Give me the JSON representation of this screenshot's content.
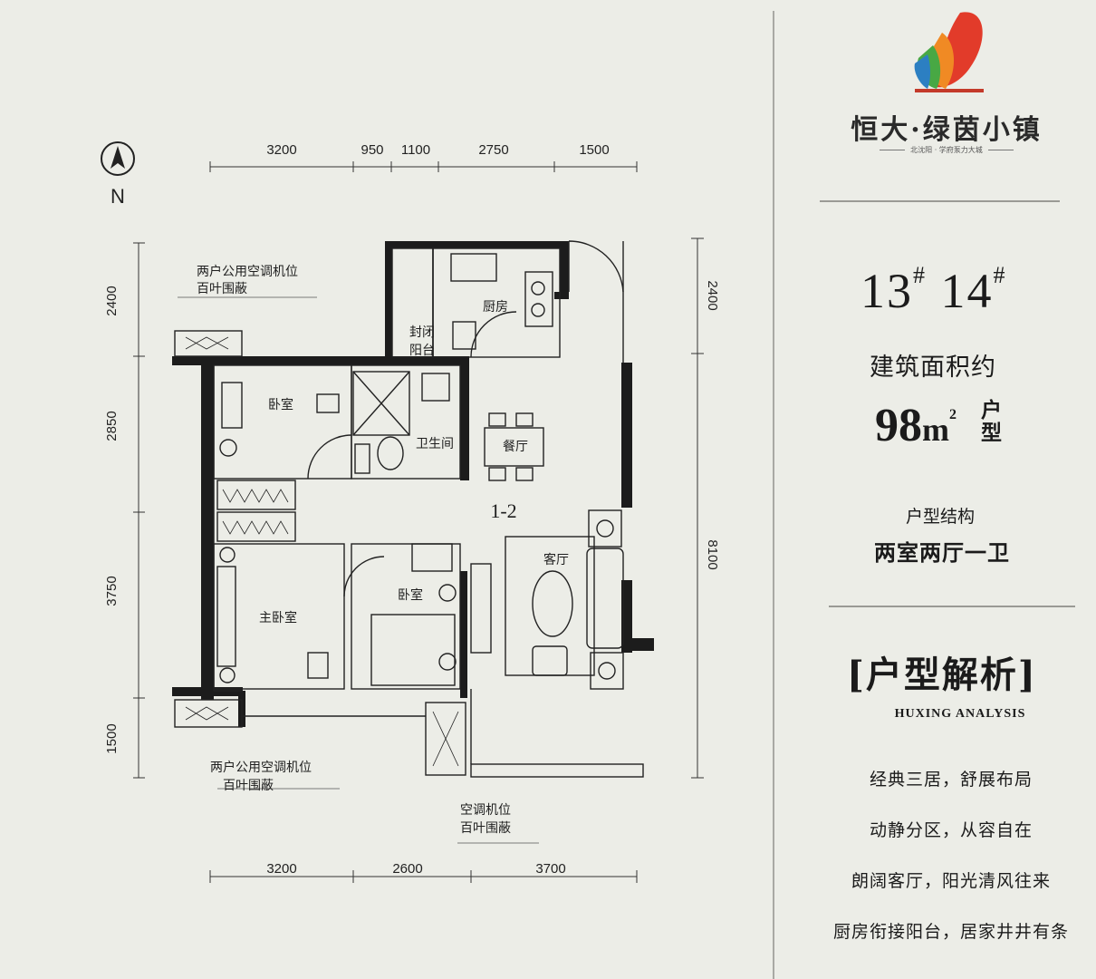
{
  "north_label": "N",
  "dims_top": [
    "3200",
    "950",
    "1100",
    "2750",
    "1500"
  ],
  "dims_bottom": [
    "3200",
    "2600",
    "3700"
  ],
  "dims_left": [
    "2400",
    "2850",
    "3750",
    "1500"
  ],
  "dims_right": [
    "2400",
    "8100"
  ],
  "rooms": {
    "kitchen": "厨房",
    "closed_balcony_1": "封闭",
    "closed_balcony_2": "阳台",
    "bedroom_north": "卧室",
    "bathroom": "卫生间",
    "dining": "餐厅",
    "unit_code": "1-2",
    "living": "客厅",
    "master_bedroom": "主卧室",
    "bedroom_south": "卧室"
  },
  "notes": {
    "ac_top_1": "两户公用空调机位",
    "ac_top_2": "百叶围蔽",
    "ac_bottom_1": "两户公用空调机位",
    "ac_bottom_2": "百叶围蔽",
    "ac_right_1": "空调机位",
    "ac_right_2": "百叶围蔽"
  },
  "brand": {
    "name": "恒大·绿茵小镇",
    "tagline": "北沈阳 · 学府泵力大城"
  },
  "info": {
    "buildings": [
      "13",
      "14"
    ],
    "building_mark": "#",
    "area_label": "建筑面积约",
    "area_value": "98",
    "area_unit": "m",
    "area_power": "2",
    "area_type": "户型",
    "structure_label": "户型结构",
    "structure": "两室两厅一卫",
    "analysis_title": "[户型解析]",
    "analysis_en": "HUXING ANALYSIS",
    "lines": [
      "经典三居，舒展布局",
      "动静分区，从容自在",
      "朗阔客厅，阳光清风往来",
      "厨房衔接阳台，居家井井有条"
    ]
  },
  "colors": {
    "background": "#ecede7",
    "wall": "#1c1c1c",
    "logo_red": "#e23b2a",
    "logo_green": "#48a844",
    "logo_orange": "#f08a24"
  }
}
